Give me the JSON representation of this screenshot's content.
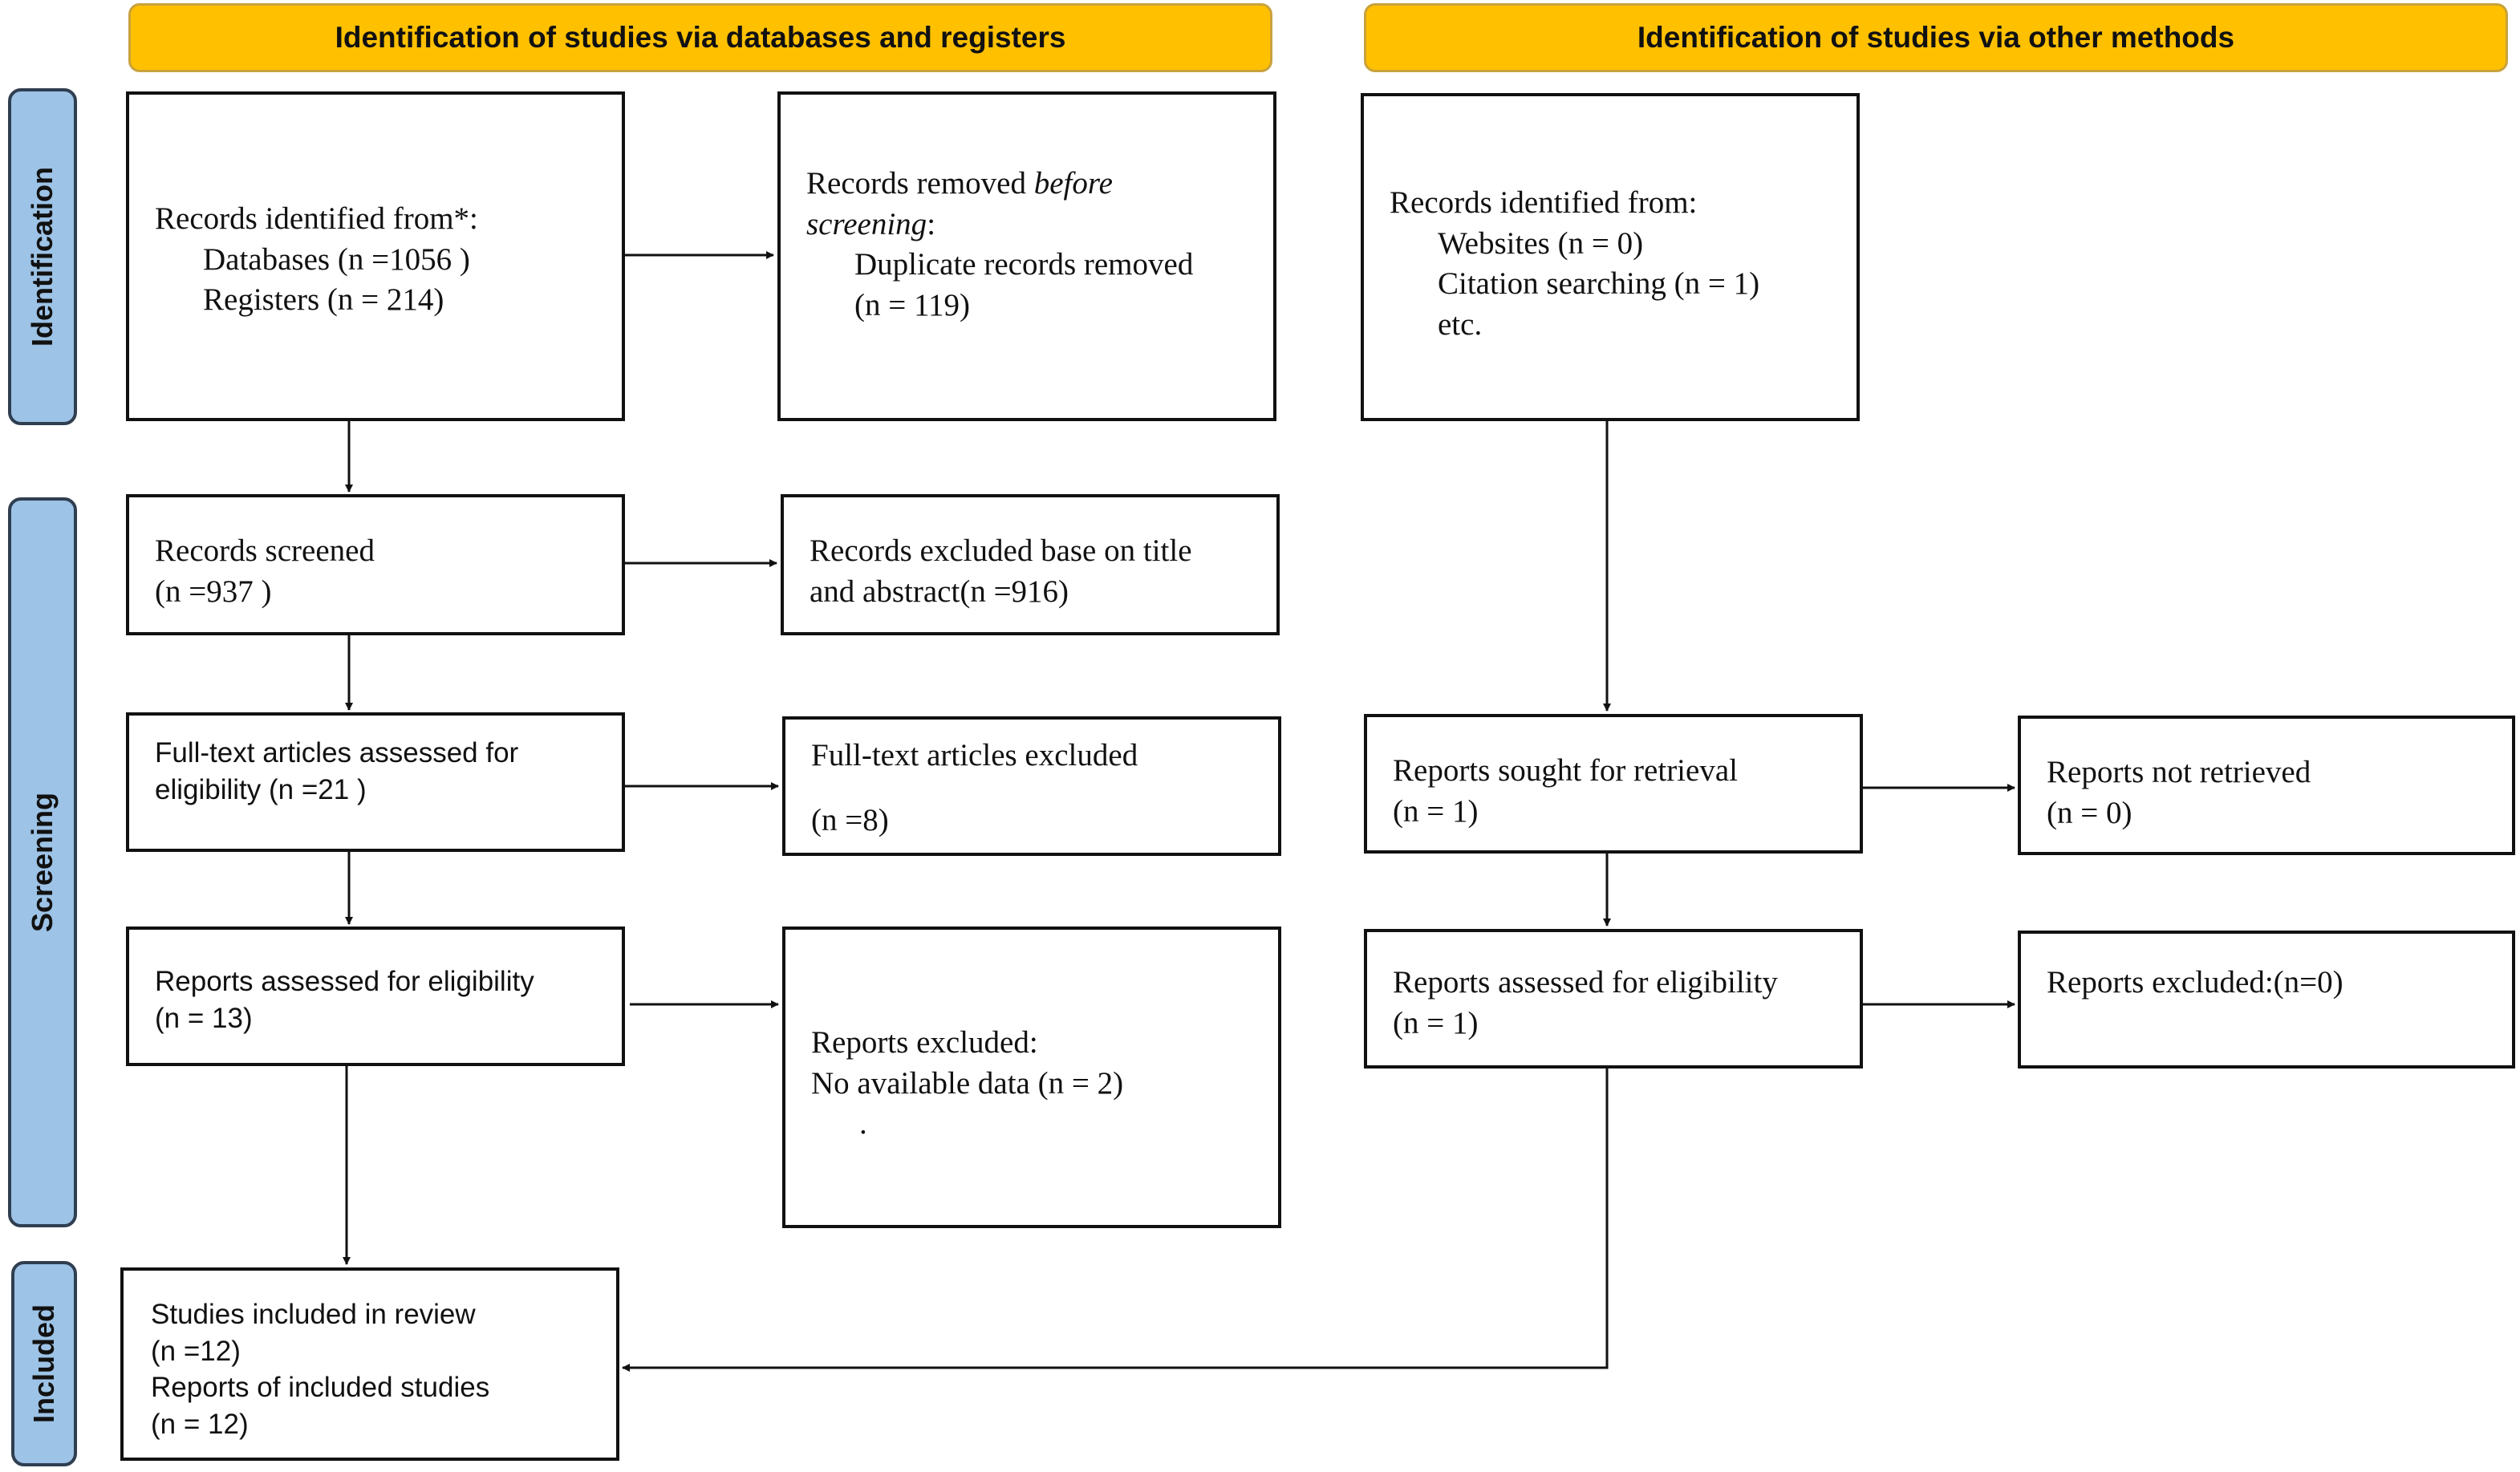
{
  "headers": {
    "databases": "Identification of studies via databases and registers",
    "other": "Identification of studies via other methods"
  },
  "phases": {
    "identification": "Identification",
    "screening": "Screening",
    "included": "Included"
  },
  "left": {
    "records_identified": {
      "title": "Records identified from*:",
      "databases": "Databases (n =1056 )",
      "registers": "Registers (n = 214)"
    },
    "records_removed": {
      "line1_a": "Records removed ",
      "line1_b": "before",
      "line2_a": "screening",
      "line2_b": ":",
      "line3": "Duplicate records removed",
      "line4": "(n = 119)"
    },
    "records_screened": {
      "line1": "Records screened",
      "line2": "(n =937 )"
    },
    "records_excluded": {
      "line1": "Records excluded base on title",
      "line2": "and abstract(n =916)"
    },
    "fulltext_assessed": {
      "line1": "Full-text articles assessed for",
      "line2": "eligibility (n =21 )"
    },
    "fulltext_excluded": {
      "line1": "Full-text articles excluded",
      "line2": "(n =8)"
    },
    "reports_assessed": {
      "line1": "Reports assessed for eligibility",
      "line2": "(n = 13)"
    },
    "reports_excluded": {
      "line1": "Reports excluded:",
      "line2": "No available data (n = 2)",
      "line3": "."
    },
    "studies_included": {
      "line1": "Studies included in review",
      "line2": "(n =12)",
      "line3": "Reports of included studies",
      "line4": "(n = 12)"
    }
  },
  "right": {
    "records_identified": {
      "title": "Records identified from:",
      "websites": "Websites (n = 0)",
      "citation": "Citation searching (n = 1)",
      "etc": "etc."
    },
    "reports_sought": {
      "line1": "Reports sought for retrieval",
      "line2": "(n = 1)"
    },
    "reports_not_retrieved": {
      "line1": "Reports not retrieved",
      "line2": "(n = 0)"
    },
    "reports_assessed": {
      "line1": "Reports assessed for eligibility",
      "line2": "(n = 1)"
    },
    "reports_excluded": {
      "line1": "Reports excluded:(n=0)"
    }
  }
}
